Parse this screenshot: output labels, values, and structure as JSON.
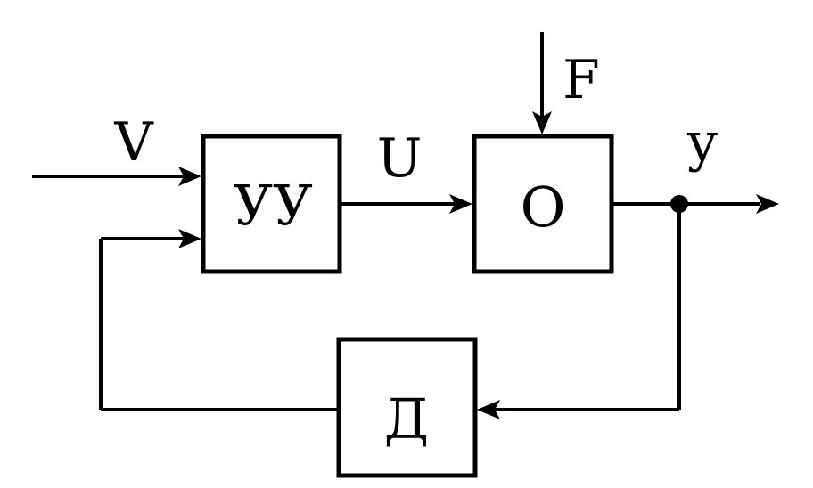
{
  "blocks": {
    "controller": "УУ",
    "object": "О",
    "sensor": "Д"
  },
  "signals": {
    "input": "V",
    "control": "U",
    "disturbance": "F",
    "output": "y"
  },
  "colors": {
    "stroke": "#000000",
    "background": "#ffffff"
  }
}
